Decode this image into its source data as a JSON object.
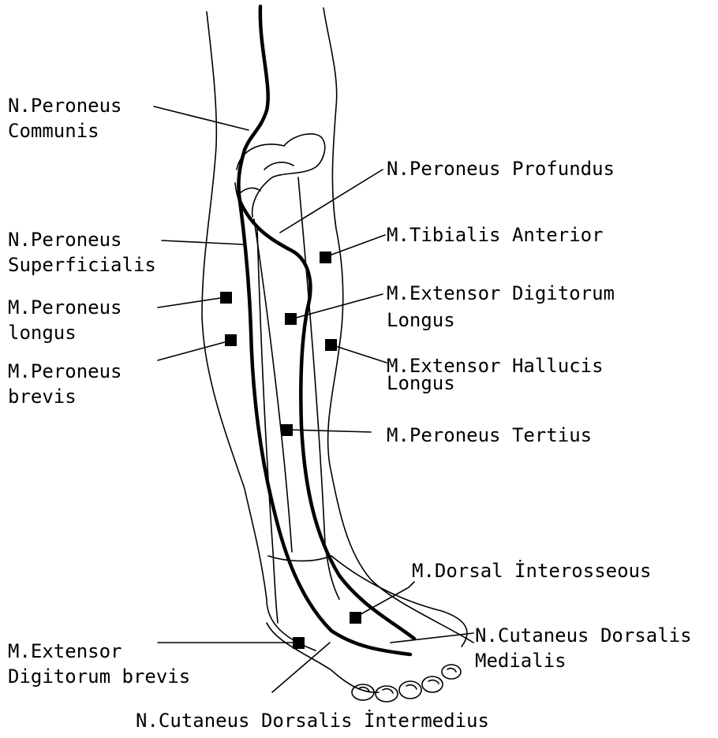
{
  "labels": {
    "n_peroneus_communis": [
      "N.Peroneus",
      "Communis"
    ],
    "n_peroneus_profundus": "N.Peroneus Profundus",
    "m_tibialis_anterior": "M.Tibialis Anterior",
    "n_peroneus_superficialis": [
      "N.Peroneus",
      "Superficialis"
    ],
    "m_peroneus_longus": [
      "M.Peroneus",
      "longus"
    ],
    "m_extensor_digitorum_longus": [
      "M.Extensor Digitorum",
      "Longus"
    ],
    "m_peroneus_brevis": [
      "M.Peroneus",
      "brevis"
    ],
    "m_extensor_hallucis_longus": [
      "M.Extensor Hallucis",
      "Longus"
    ],
    "m_peroneus_tertius": "M.Peroneus Tertius",
    "m_dorsal_interosseous": "M.Dorsal İnterosseous",
    "n_cutaneus_dorsalis_medialis": [
      "N.Cutaneus Dorsalis",
      "Medialis"
    ],
    "m_extensor_digitorum_brevis": [
      "M.Extensor",
      "Digitorum brevis"
    ],
    "n_cutaneus_dorsalis_intermedius": "N.Cutaneus Dorsalis İntermedius"
  },
  "colors": {
    "ink": "#000000",
    "paper": "#ffffff"
  }
}
